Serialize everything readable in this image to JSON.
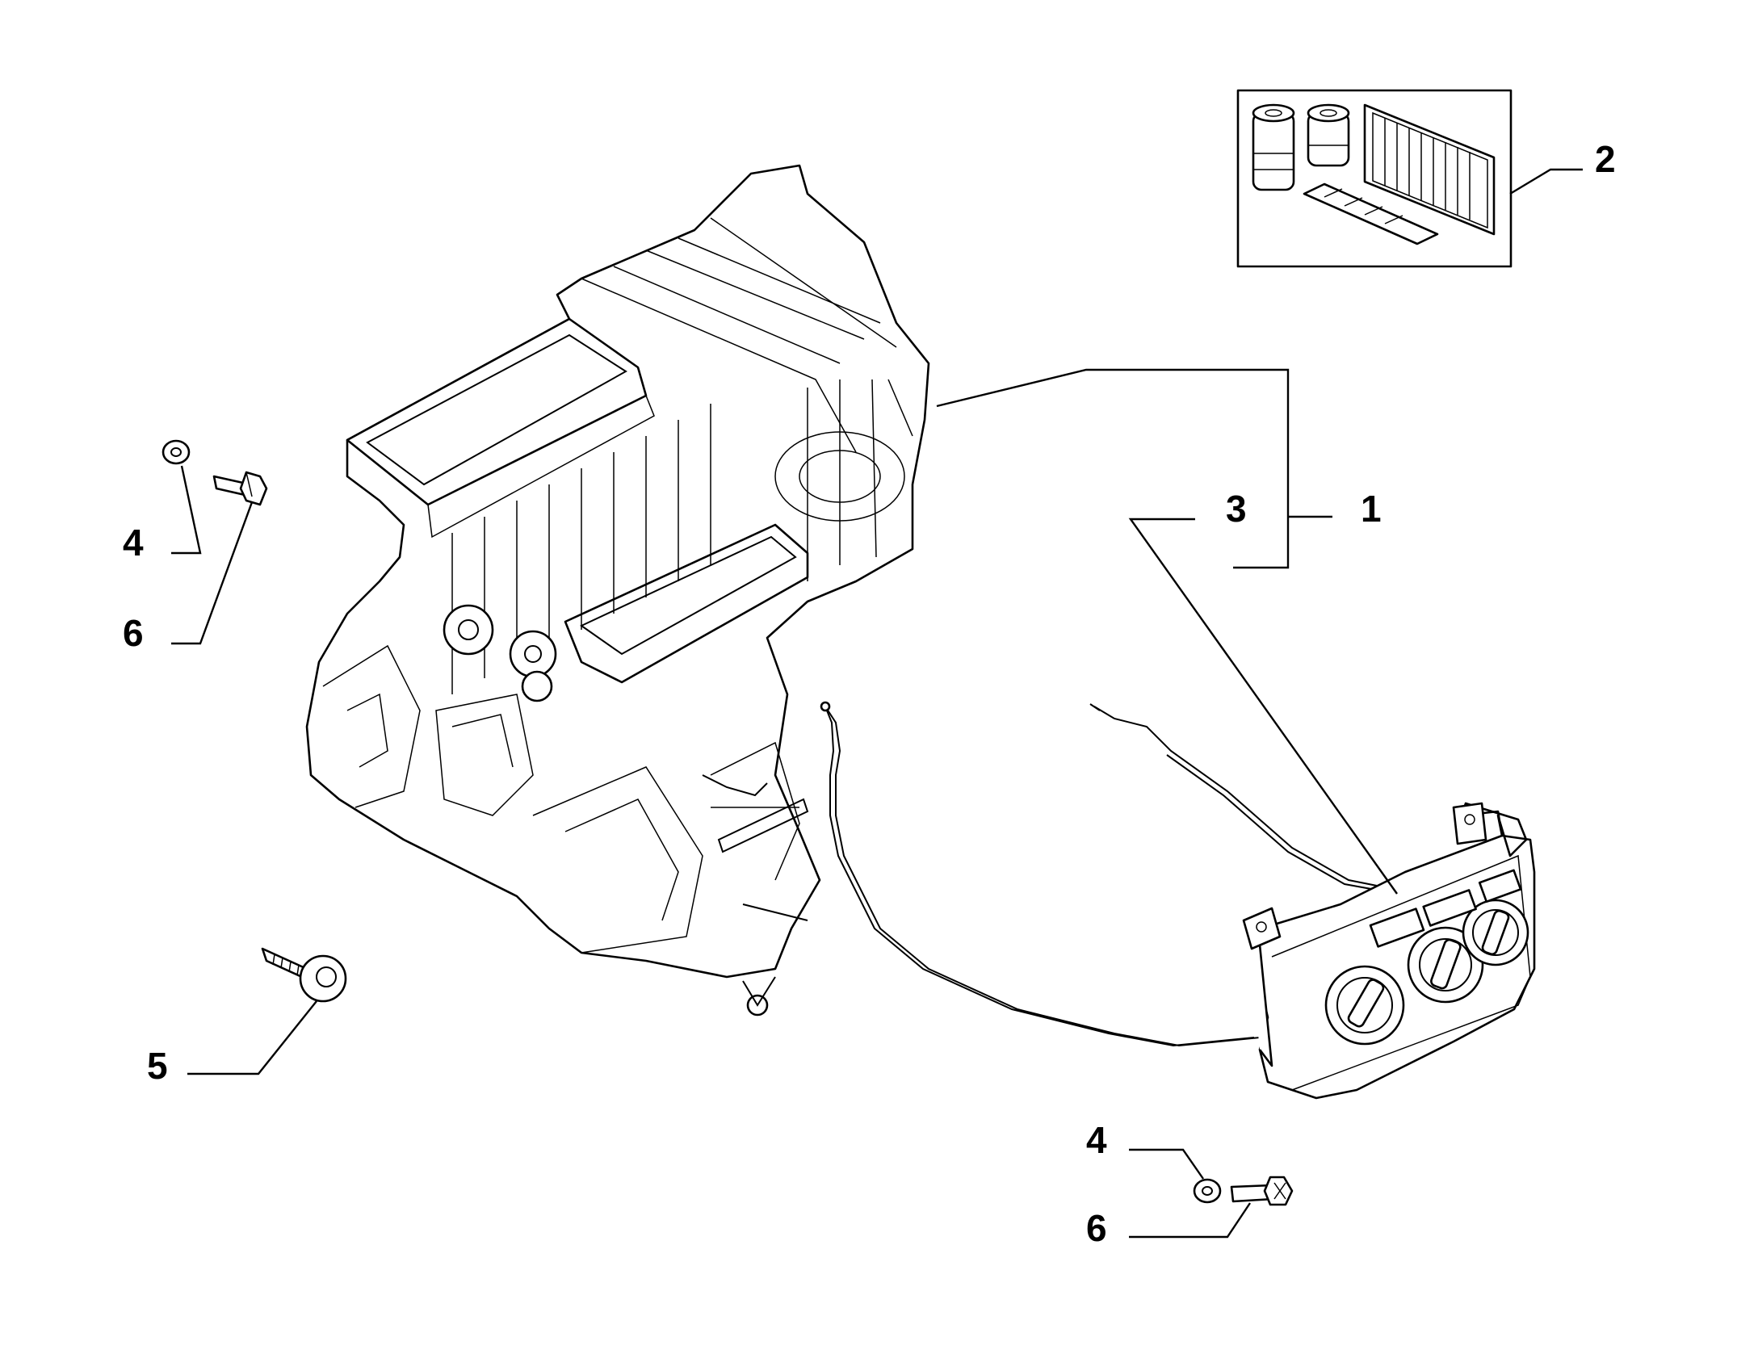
{
  "callouts": {
    "c1": "1",
    "c2": "2",
    "c3": "3",
    "c4a": "4",
    "c4b": "4",
    "c5": "5",
    "c6a": "6",
    "c6b": "6"
  },
  "colors": {
    "line": "#000000",
    "background": "#ffffff"
  }
}
